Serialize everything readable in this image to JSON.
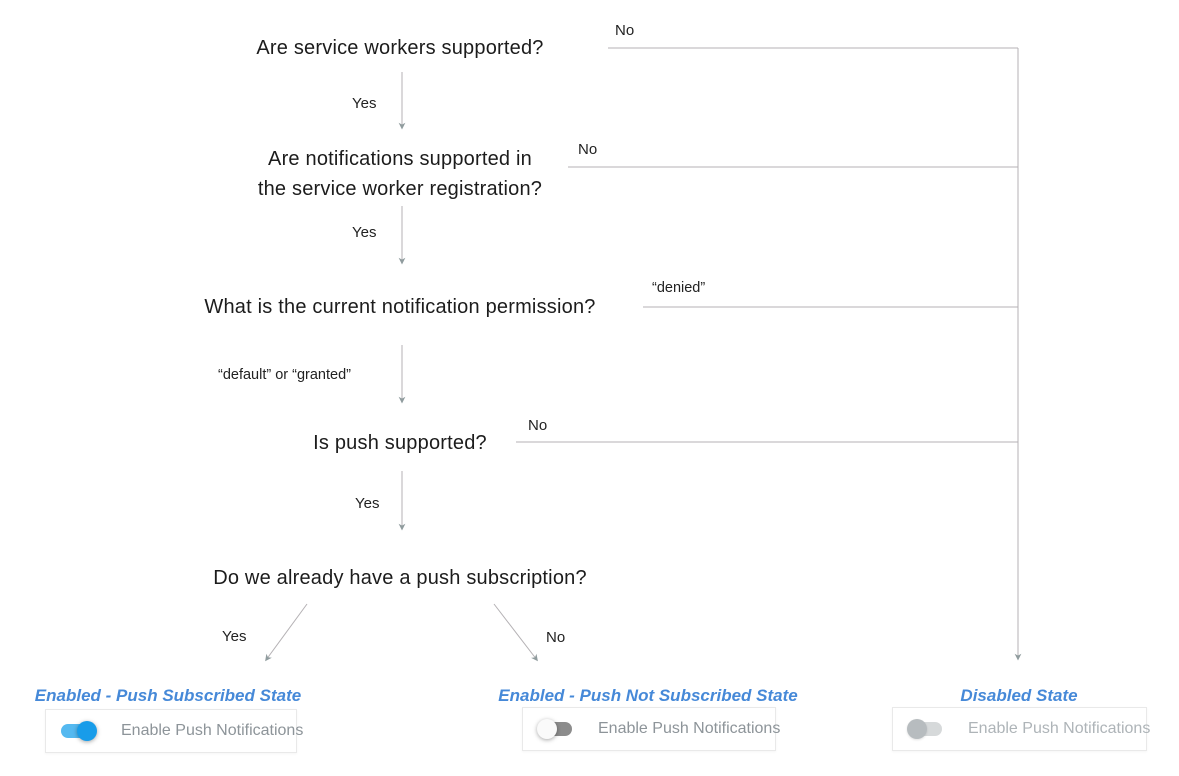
{
  "flowchart": {
    "questions": [
      {
        "text": "Are service workers supported?",
        "yes_label": "Yes",
        "no_label": "No"
      },
      {
        "text_line1": "Are notifications supported in",
        "text_line2": "the service worker registration?",
        "yes_label": "Yes",
        "no_label": "No"
      },
      {
        "text": "What is the current notification permission?",
        "down_label": "“default” or “granted”",
        "no_label": "“denied”"
      },
      {
        "text": "Is push supported?",
        "yes_label": "Yes",
        "no_label": "No"
      },
      {
        "text": "Do we already have a push subscription?",
        "yes_label": "Yes",
        "no_label": "No"
      }
    ],
    "states": [
      {
        "title": "Enabled - Push Subscribed State",
        "toggle_label": "Enable Push Notifications",
        "toggle_state": "on"
      },
      {
        "title": "Enabled - Push Not Subscribed State",
        "toggle_label": "Enable Push Notifications",
        "toggle_state": "off"
      },
      {
        "title": "Disabled State",
        "toggle_label": "Enable Push Notifications",
        "toggle_state": "disabled"
      }
    ],
    "colors": {
      "state_title_blue": "#4689d8",
      "toggle_on_knob": "#189ce9",
      "toggle_on_track": "#55b9f0",
      "toggle_off_track": "#8c8c8c",
      "disabled_knob": "#b7bcbf",
      "connector_line": "#b4b1b4",
      "arrowhead": "#909c9e"
    }
  }
}
